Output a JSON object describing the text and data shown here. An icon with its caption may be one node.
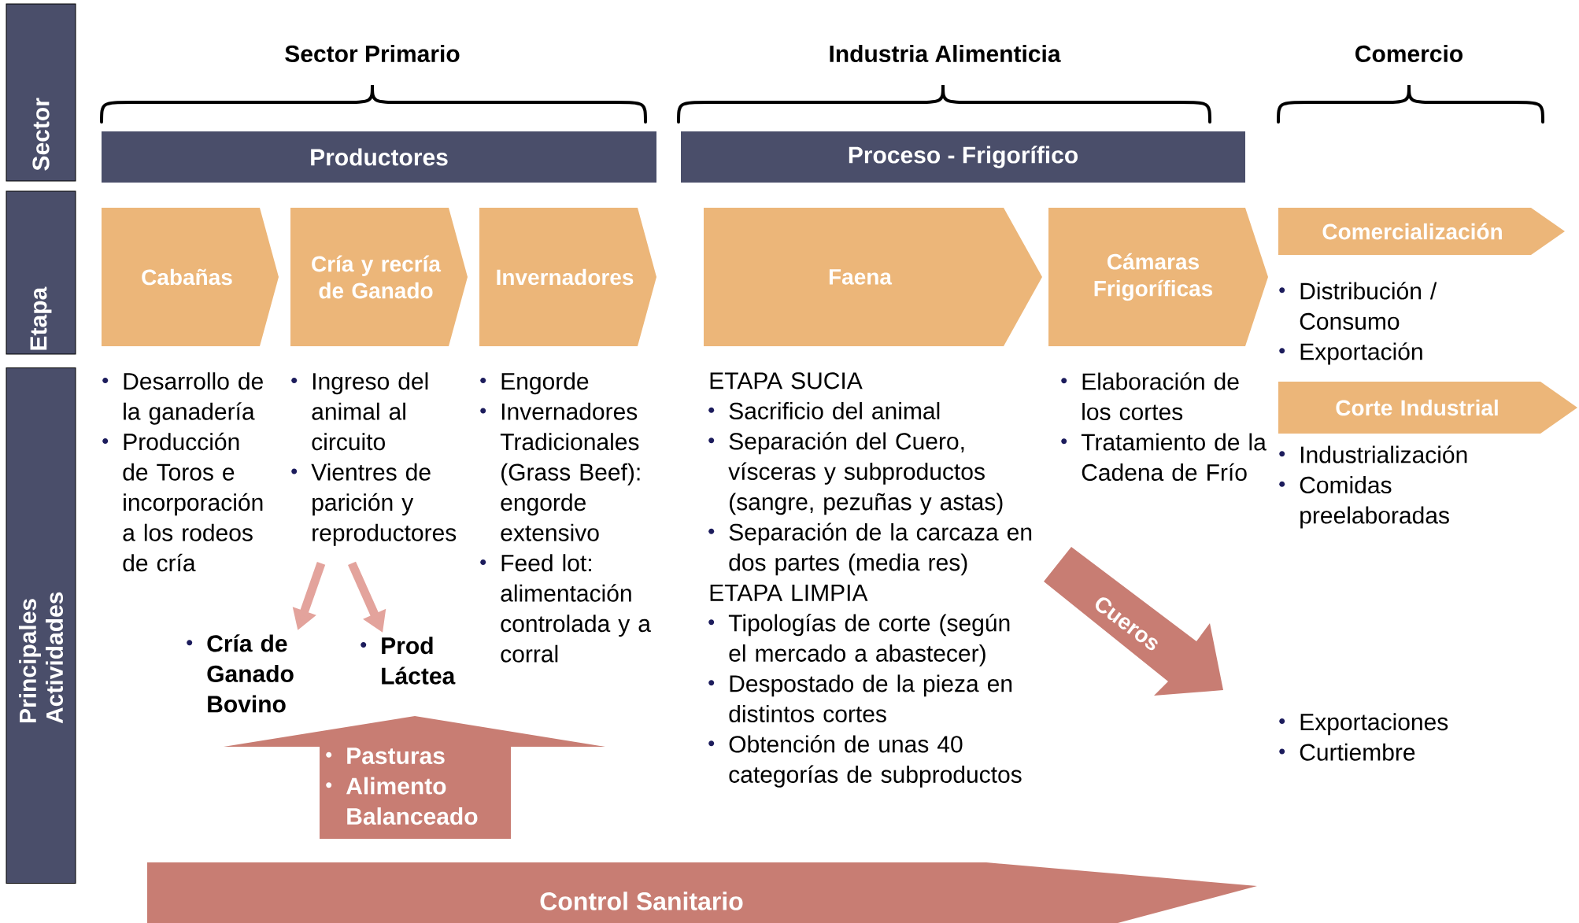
{
  "diagram": {
    "nodes": [
      {
        "text": [
          "Sector"
        ]
      },
      {
        "text": [
          "Etapa"
        ]
      },
      {
        "text": [
          "Principales Actividades"
        ]
      },
      {
        "text": [
          "Productores"
        ]
      },
      {
        "text": [
          "Proceso - Frigorífico"
        ]
      },
      {
        "text": [
          "Cabañas"
        ]
      },
      {
        "text": [
          "Cría y recría de Ganado"
        ]
      },
      {
        "text": [
          "Invernadores"
        ]
      },
      {
        "text": [
          "Faena"
        ]
      },
      {
        "text": [
          "Cámaras Frigoríficas"
        ]
      },
      {
        "text": [
          "Comercialización"
        ]
      },
      {
        "text": [
          "Corte Industrial"
        ]
      },
      {
        "text": [
          "Pasturas",
          "Alimento Balanceado"
        ]
      },
      {
        "text": [
          "Control Sanitario"
        ]
      },
      {
        "text": [
          "Cueros"
        ]
      },
      {
        "text": [
          "Ingreso del animal al circuito",
          "Vientres de parición y reproductores"
        ]
      },
      {
        "text": [
          "Cría de Ganado Bovino"
        ]
      },
      {
        "text": [
          "Prod Láctea"
        ]
      }
    ],
    "edges": [
      {
        "from": 15,
        "to": 16,
        "arrow": "to"
      },
      {
        "from": 15,
        "to": 17,
        "arrow": "to"
      }
    ],
    "labels": [
      "Sector Primario",
      "Industria Alimenticia",
      "Comercio",
      "Distribución / Consumo",
      "Exportación",
      "Desarrollo de la ganadería",
      "Producción de Toros e incorporación a los rodeos de cría",
      "Engorde",
      "Invernadores Tradicionales (Grass Beef): engorde extensivo",
      "Feed lot: alimentación controlada y a corral",
      "ETAPA SUCIA",
      "Sacrificio del animal",
      "Separación del Cuero, vísceras y subproductos (sangre, pezuñas y astas)",
      "Separación de la carcaza en dos partes (media res)",
      "ETAPA LIMPIA",
      "Tipologías de corte (según el mercado a abastecer)",
      "Despostado de la pieza en distintos cortes",
      "Obtención de unas 40 categorías de subproductos",
      "Elaboración de los cortes",
      "Tratamiento de la Cadena de Frío",
      "Industrialización",
      "Comidas preelaboradas",
      "Exportaciones",
      "Curtiembre"
    ]
  }
}
